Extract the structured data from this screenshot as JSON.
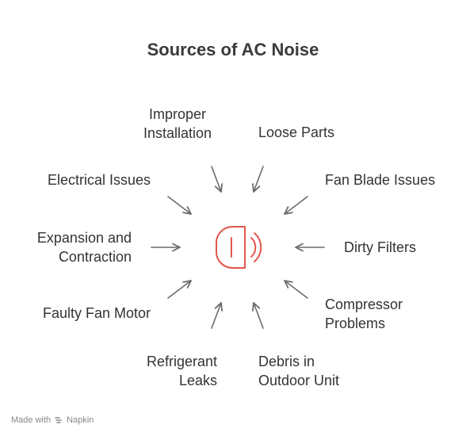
{
  "title": "Sources of AC Noise",
  "center_icon": "speaker-noise-icon",
  "accent_color": "#e1574c",
  "arrow_color": "#6b6b6b",
  "labels": {
    "improper_installation": [
      "Improper",
      "Installation"
    ],
    "loose_parts": [
      "Loose Parts"
    ],
    "electrical_issues": [
      "Electrical Issues"
    ],
    "fan_blade_issues": [
      "Fan Blade Issues"
    ],
    "expansion_contraction": [
      "Expansion and",
      "Contraction"
    ],
    "dirty_filters": [
      "Dirty Filters"
    ],
    "faulty_fan_motor": [
      "Faulty Fan Motor"
    ],
    "compressor_problems": [
      "Compressor",
      "Problems"
    ],
    "refrigerant_leaks": [
      "Refrigerant",
      "Leaks"
    ],
    "debris_outdoor_unit": [
      "Debris in",
      "Outdoor Unit"
    ]
  },
  "footer": {
    "made_with": "Made with",
    "brand": "Napkin",
    "brand_icon": "napkin-logo-icon"
  }
}
